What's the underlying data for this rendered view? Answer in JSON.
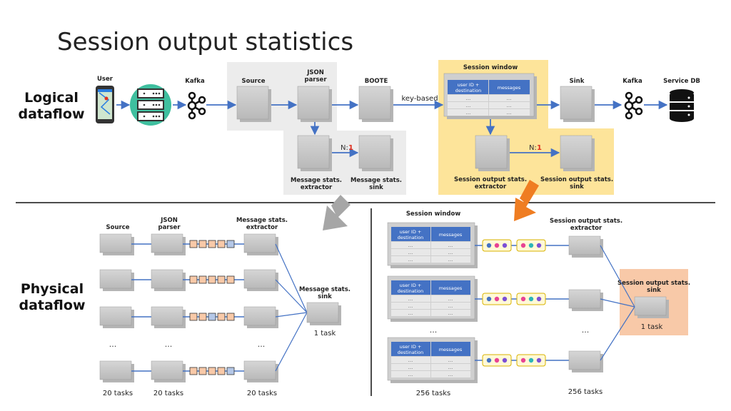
{
  "title": "Session output statistics",
  "sections": {
    "logical": [
      "Logical",
      "dataflow"
    ],
    "physical": [
      "Physical",
      "dataflow"
    ]
  },
  "logical": {
    "user": "User",
    "kafka_in": "Kafka",
    "source": "Source",
    "json_parser": [
      "JSON",
      "parser"
    ],
    "boote": "BOOTE",
    "key_based": "key-based",
    "session_window": "Session window",
    "sink": "Sink",
    "kafka_out": "Kafka",
    "service_db": "Service DB",
    "msg_extractor": [
      "Message stats.",
      "extractor"
    ],
    "msg_sink": [
      "Message stats.",
      "sink"
    ],
    "ratio_left": "N:",
    "ratio_right": "1",
    "sess_extractor": [
      "Session output stats.",
      "extractor"
    ],
    "sess_sink": [
      "Session output stats.",
      "sink"
    ],
    "table_head": [
      "user ID +",
      "destination"
    ],
    "table_msgs": "messages",
    "table_cell": "..."
  },
  "physical": {
    "source": "Source",
    "json_parser": [
      "JSON",
      "parser"
    ],
    "msg_extractor": [
      "Message stats.",
      "extractor"
    ],
    "msg_sink": [
      "Message stats.",
      "sink"
    ],
    "one_task": "1 task",
    "tasks_20": "20 tasks",
    "ellipsis": "...",
    "session_window": "Session window",
    "sess_extractor": [
      "Session output stats.",
      "extractor"
    ],
    "sess_sink": [
      "Session output stats.",
      "sink"
    ],
    "tasks_256": "256 tasks"
  },
  "colors": {
    "arrow": "#4472c4",
    "box_fill": "#c8c8c8",
    "gray_panel": "#ececec",
    "yellow_panel": "#fde49a",
    "orange_panel": "#f8c9a8",
    "table_header": "#4472c4",
    "dot_blue": "#4472c4",
    "dot_teal": "#2bb5b8",
    "dot_pink": "#e84393",
    "dot_purple": "#7b4fd6",
    "big_arrow_gray": "#a6a6a6",
    "big_arrow_orange": "#ef7d22",
    "icon_green": "#3fbf9f"
  },
  "icons": [
    "phone-icon",
    "server-icon",
    "kafka-icon",
    "database-icon"
  ]
}
